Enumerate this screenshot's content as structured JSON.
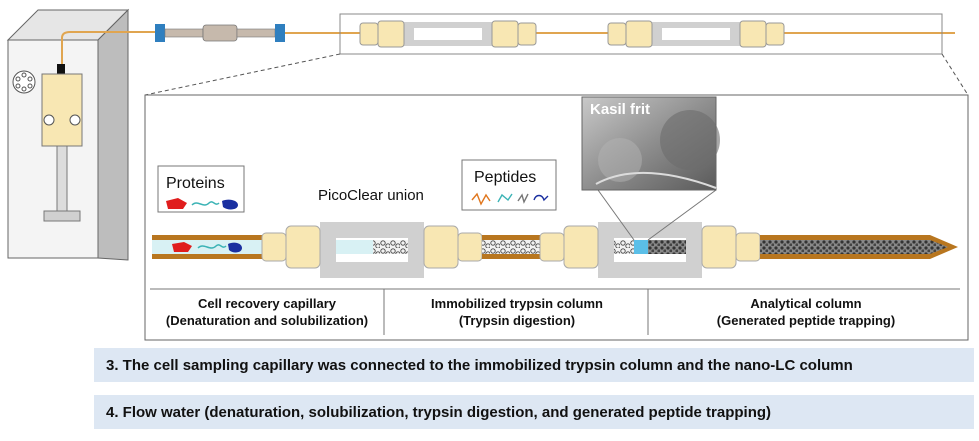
{
  "labels": {
    "proteins": "Proteins",
    "peptides": "Peptides",
    "picoclear_union": "PicoClear union",
    "kasil_frit": "Kasil frit"
  },
  "sections": [
    {
      "line1": "Cell recovery capillary",
      "line2": "(Denaturation and solubilization)"
    },
    {
      "line1": "Immobilized trypsin column",
      "line2": "(Trypsin digestion)"
    },
    {
      "line1": "Analytical column",
      "line2": "(Generated peptide trapping)"
    }
  ],
  "steps": [
    "3. The cell sampling capillary was connected to the immobilized trypsin column and the nano-LC column",
    "4. Flow water (denaturation, solubilization, trypsin digestion, and generated peptide trapping)"
  ],
  "colors": {
    "capillary_fill": "#d8f1f4",
    "capillary_wall": "#b8761f",
    "fitting": "#f8e7b3",
    "union_gray": "#d0d0d0",
    "protein_red": "#e01d1d",
    "protein_blue": "#1a2fa0",
    "step_bg": "#dde7f3"
  }
}
